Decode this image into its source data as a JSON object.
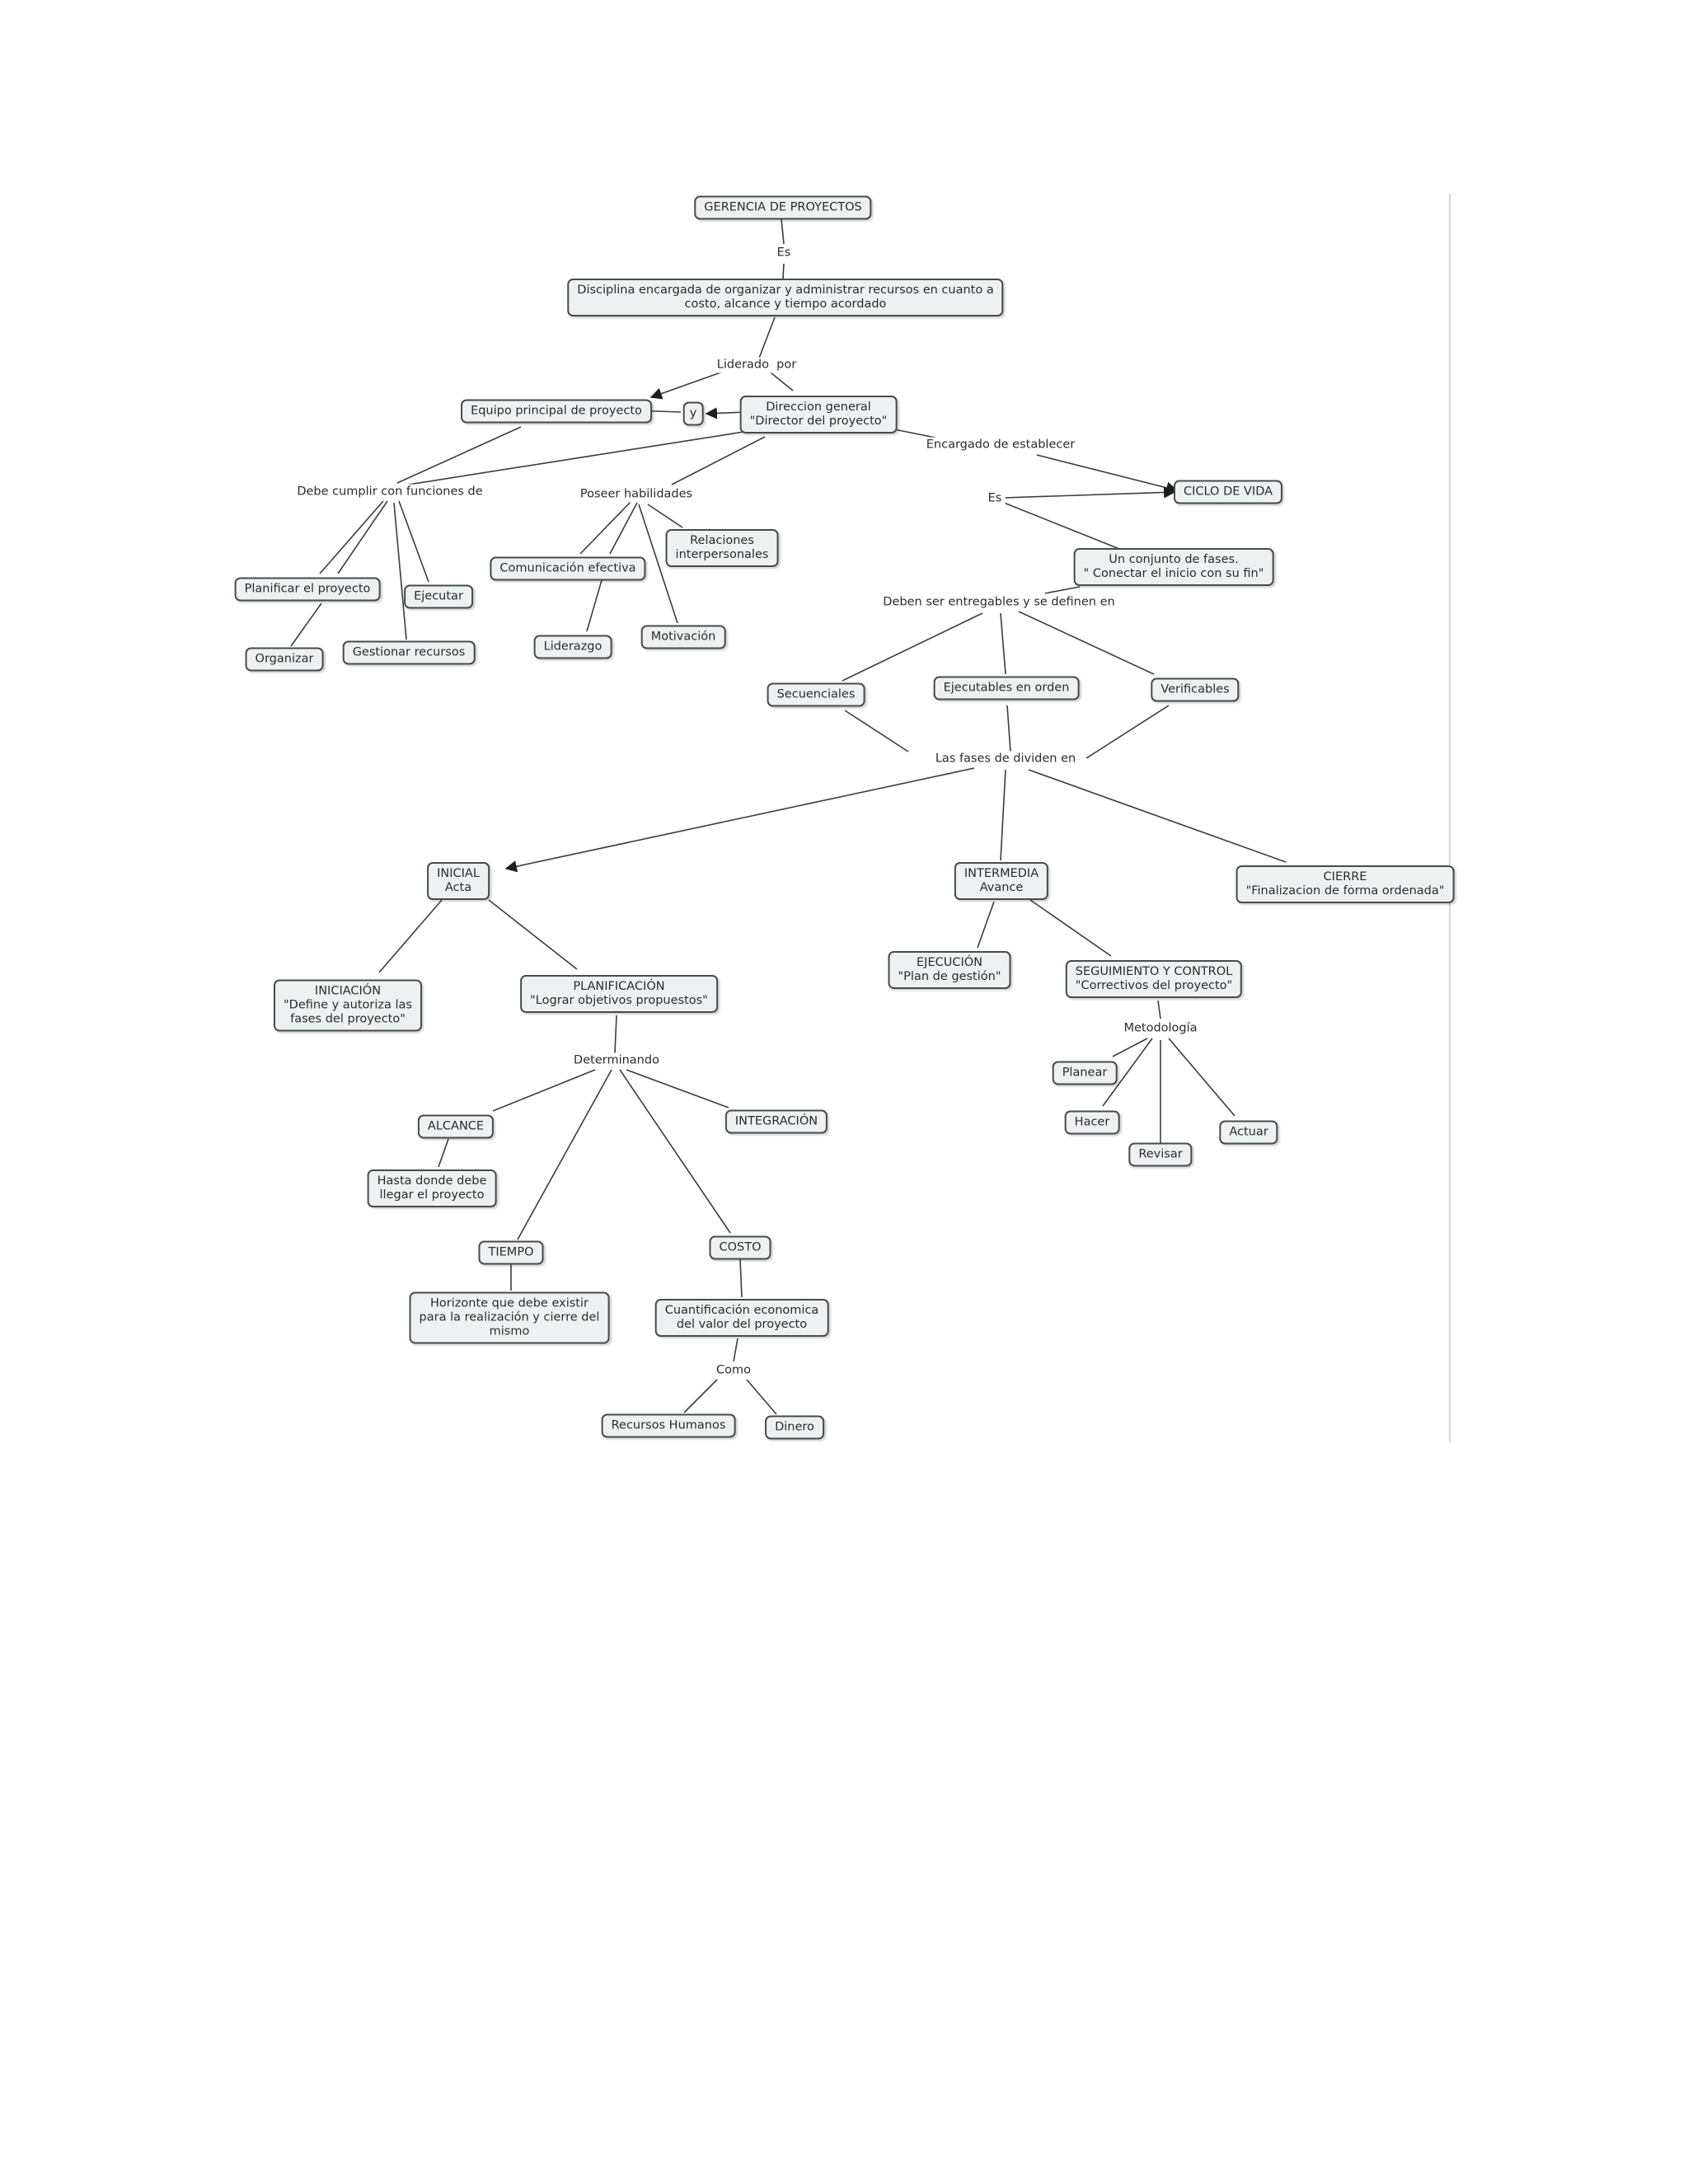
{
  "nodes": {
    "gerencia": "GERENCIA DE PROYECTOS",
    "disciplina": "Disciplina encargada de organizar y administrar recursos en cuanto a\ncosto, alcance y tiempo acordado",
    "equipo": "Equipo principal de proyecto",
    "y": "y",
    "direccion": "Direccion general\n\"Director del proyecto\"",
    "ciclo": "CICLO DE VIDA",
    "conjunto": "Un conjunto de fases.\n\" Conectar el inicio con su fin\"",
    "planificar": "Planificar el proyecto",
    "ejecutar": "Ejecutar",
    "organizar": "Organizar",
    "gestionar": "Gestionar recursos",
    "comunicacion": "Comunicación efectiva",
    "relaciones": "Relaciones\ninterpersonales",
    "liderazgo": "Liderazgo",
    "motivacion": "Motivación",
    "secuenciales": "Secuenciales",
    "ejecutables": "Ejecutables en orden",
    "verificables": "Verificables",
    "inicial": "INICIAL\nActa",
    "intermedia": "INTERMEDIA\nAvance",
    "cierre": "CIERRE\n\"Finalizacion de forma ordenada\"",
    "iniciacion": "INICIACIÓN\n\"Define y autoriza las\nfases del proyecto\"",
    "planificacion": "PLANIFICACIÓN\n\"Lograr objetivos propuestos\"",
    "ejecucion": "EJECUCIÓN\n\"Plan de gestión\"",
    "seguimiento": "SEGUIMIENTO Y CONTROL\n\"Correctivos del proyecto\"",
    "planear": "Planear",
    "hacer": "Hacer",
    "revisar": "Revisar",
    "actuar": "Actuar",
    "alcance": "ALCANCE",
    "integracion": "INTEGRACIÓN",
    "hasta": "Hasta donde debe\nllegar el proyecto",
    "tiempo": "TIEMPO",
    "costo": "COSTO",
    "horizonte": "Horizonte que debe existir\npara la realización y cierre del\nmismo",
    "cuantificacion": "Cuantificación economica\ndel valor del proyecto",
    "recursos_humanos": "Recursos Humanos",
    "dinero": "Dinero"
  },
  "phrases": {
    "es1": "Es",
    "liderado": "Liderado  por",
    "encargado": "Encargado de establecer",
    "debe_cumplir": "Debe cumplir con funciones de",
    "poseer": "Poseer habilidades",
    "es2": "Es",
    "deben_ser": "Deben ser entregables y se definen en",
    "las_fases": "Las fases de dividen en",
    "metodologia": "Metodología",
    "determinando": "Determinando",
    "como": "Como"
  }
}
